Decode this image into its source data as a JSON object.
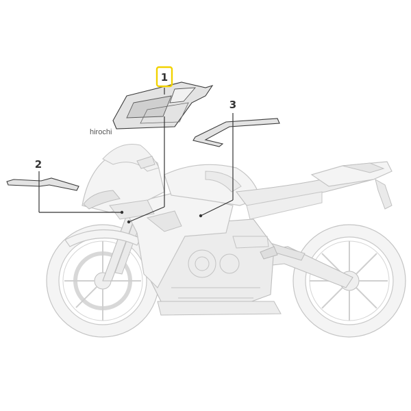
{
  "callouts": [
    {
      "id": "1",
      "label": "1",
      "highlighted": true
    },
    {
      "id": "2",
      "label": "2",
      "highlighted": false
    },
    {
      "id": "3",
      "label": "3",
      "highlighted": false
    }
  ],
  "watermark": "hirochi",
  "colors": {
    "highlight": "#f2d200",
    "line": "#333333",
    "motorcycle": "#c9c9c9"
  }
}
